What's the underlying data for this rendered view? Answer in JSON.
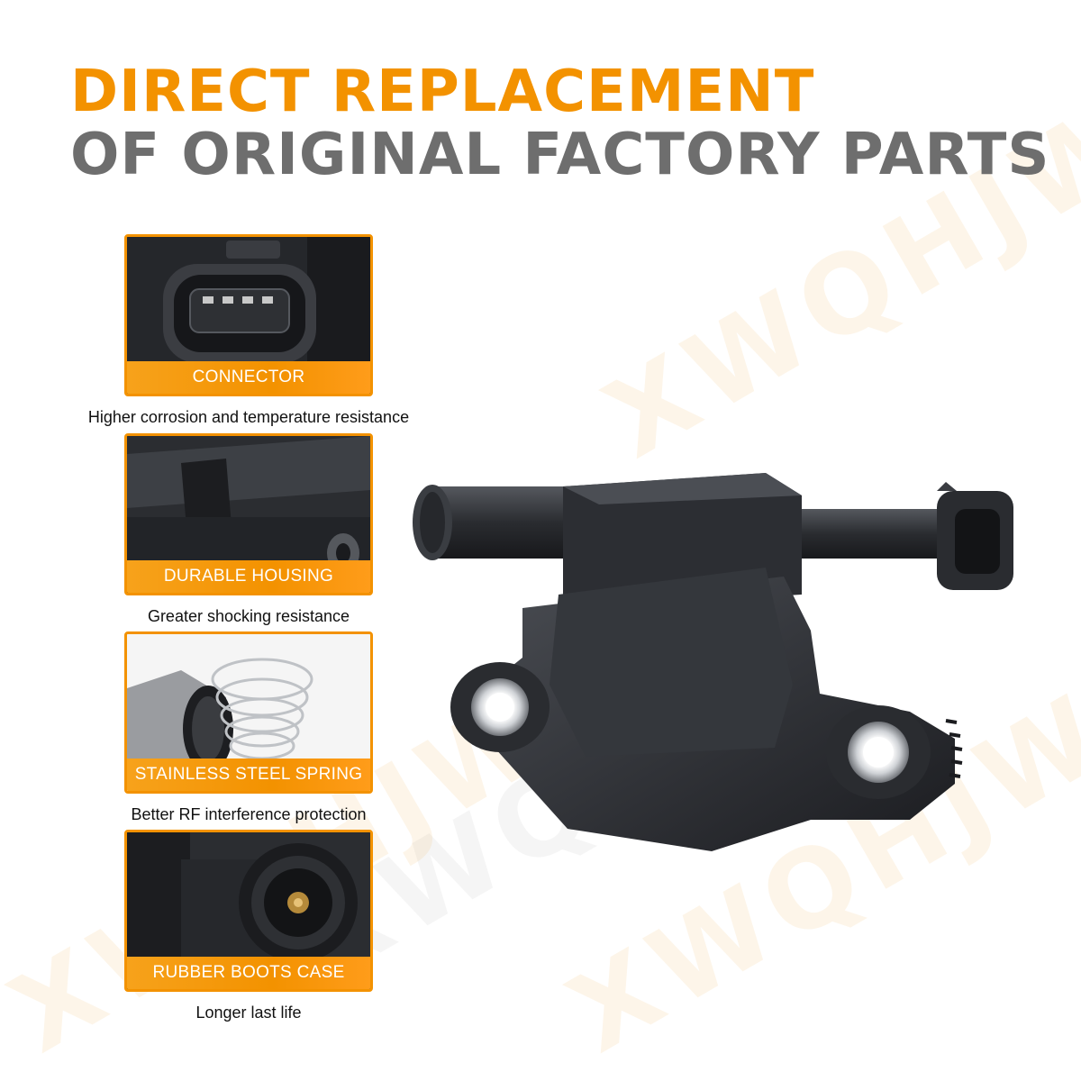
{
  "headline": {
    "line1": "DIRECT REPLACEMENT",
    "line2": "OF ORIGINAL FACTORY PARTS"
  },
  "watermark": "XWQHJW",
  "features": [
    {
      "label": "CONNECTOR",
      "caption": "Higher corrosion and temperature resistance",
      "icon": "connector-closeup"
    },
    {
      "label": "DURABLE HOUSING",
      "caption": "Greater shocking resistance",
      "icon": "housing-closeup"
    },
    {
      "label": "STAINLESS STEEL SPRING",
      "caption": "Better RF interference protection",
      "icon": "spring-closeup"
    },
    {
      "label": "RUBBER BOOTS CASE",
      "caption": "Longer last life",
      "icon": "boot-closeup"
    }
  ],
  "colors": {
    "accent": "#f39200",
    "headline_gray": "#6e6e6e",
    "product_body": "#2a2c30"
  }
}
